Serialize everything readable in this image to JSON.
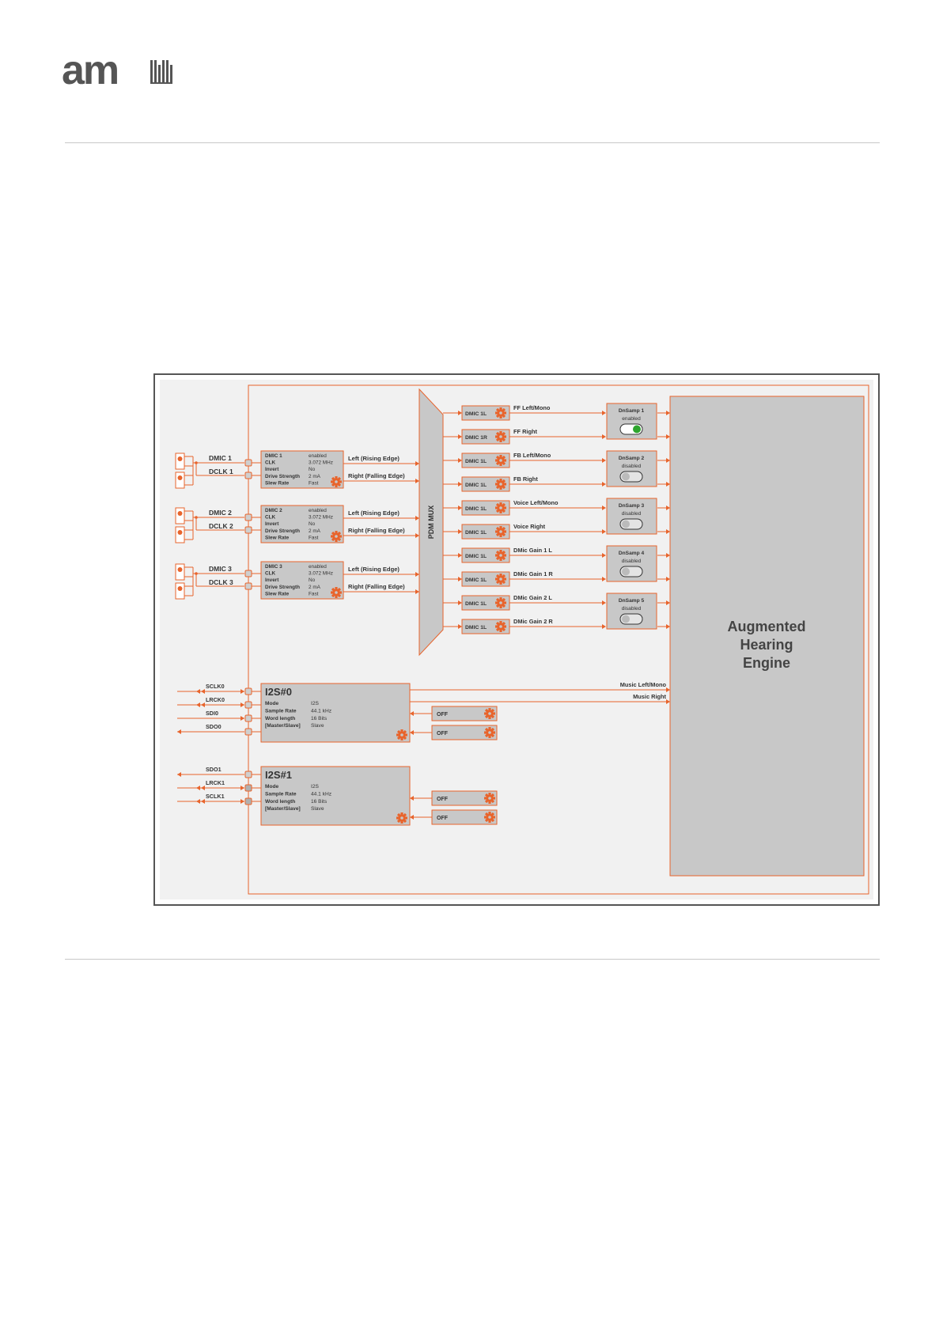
{
  "header": {
    "logo_text": "am"
  },
  "diagram": {
    "colors": {
      "accent": "#e8642c",
      "block_fill": "#c8c8c8",
      "panel_bg": "#f1f1f1",
      "text": "#333333",
      "toggle_on": "#2ea52e"
    },
    "dmic_blocks": [
      {
        "pin_dmic": "DMIC 1",
        "pin_dclk": "DCLK 1",
        "rows": [
          [
            "DMIC 1",
            "enabled"
          ],
          [
            "CLK",
            "3.072 MHz"
          ],
          [
            "Invert",
            "No"
          ],
          [
            "Drive Strength",
            "2 mA"
          ],
          [
            "Slew Rate",
            "Fast"
          ]
        ],
        "out_left": "Left (Rising Edge)",
        "out_right": "Right (Falling Edge)"
      },
      {
        "pin_dmic": "DMIC 2",
        "pin_dclk": "DCLK 2",
        "rows": [
          [
            "DMIC 2",
            "enabled"
          ],
          [
            "CLK",
            "3.072 MHz"
          ],
          [
            "Invert",
            "No"
          ],
          [
            "Drive Strength",
            "2 mA"
          ],
          [
            "Slew Rate",
            "Fast"
          ]
        ],
        "out_left": "Left (Rising Edge)",
        "out_right": "Right (Falling Edge)"
      },
      {
        "pin_dmic": "DMIC 3",
        "pin_dclk": "DCLK 3",
        "rows": [
          [
            "DMIC 3",
            "enabled"
          ],
          [
            "CLK",
            "3.072 MHz"
          ],
          [
            "Invert",
            "No"
          ],
          [
            "Drive Strength",
            "2 mA"
          ],
          [
            "Slew Rate",
            "Fast"
          ]
        ],
        "out_left": "Left (Rising Edge)",
        "out_right": "Right (Falling Edge)"
      }
    ],
    "mux_label": "PDM MUX",
    "mux_outputs": [
      {
        "sel": "DMIC 1L",
        "label": "FF Left/Mono"
      },
      {
        "sel": "DMIC 1R",
        "label": "FF Right"
      },
      {
        "sel": "DMIC 1L",
        "label": "FB Left/Mono"
      },
      {
        "sel": "DMIC 1L",
        "label": "FB Right"
      },
      {
        "sel": "DMIC 1L",
        "label": "Voice Left/Mono"
      },
      {
        "sel": "DMIC 1L",
        "label": "Voice Right"
      },
      {
        "sel": "DMIC 1L",
        "label": "DMic Gain 1 L"
      },
      {
        "sel": "DMIC 1L",
        "label": "DMic Gain 1 R"
      },
      {
        "sel": "DMIC 1L",
        "label": "DMic Gain 2 L"
      },
      {
        "sel": "DMIC 1L",
        "label": "DMic Gain 2 R"
      }
    ],
    "dnsamp": [
      {
        "title": "DnSamp 1",
        "state": "enabled",
        "on": true
      },
      {
        "title": "DnSamp 2",
        "state": "disabled",
        "on": false
      },
      {
        "title": "DnSamp 3",
        "state": "disabled",
        "on": false
      },
      {
        "title": "DnSamp 4",
        "state": "disabled",
        "on": false
      },
      {
        "title": "DnSamp 5",
        "state": "disabled",
        "on": false
      }
    ],
    "engine_lines": [
      "Augmented",
      "Hearing",
      "Engine"
    ],
    "i2s_blocks": [
      {
        "title": "I2S#0",
        "rows": [
          [
            "Mode",
            "I2S"
          ],
          [
            "Sample Rate",
            "44.1 kHz"
          ],
          [
            "Word length",
            "16 Bits"
          ],
          [
            "[Master/Slave]",
            "Slave"
          ]
        ],
        "pins": [
          "SCLK0",
          "LRCK0",
          "SDI0",
          "SDO0"
        ],
        "off_buttons": [
          "OFF",
          "OFF"
        ],
        "outputs": [
          "Music Left/Mono",
          "Music Right"
        ]
      },
      {
        "title": "I2S#1",
        "rows": [
          [
            "Mode",
            "I2S"
          ],
          [
            "Sample Rate",
            "44.1 kHz"
          ],
          [
            "Word length",
            "16 Bits"
          ],
          [
            "[Master/Slave]",
            "Slave"
          ]
        ],
        "pins": [
          "SDO1",
          "LRCK1",
          "SCLK1"
        ],
        "off_buttons": [
          "OFF",
          "OFF"
        ]
      }
    ]
  }
}
